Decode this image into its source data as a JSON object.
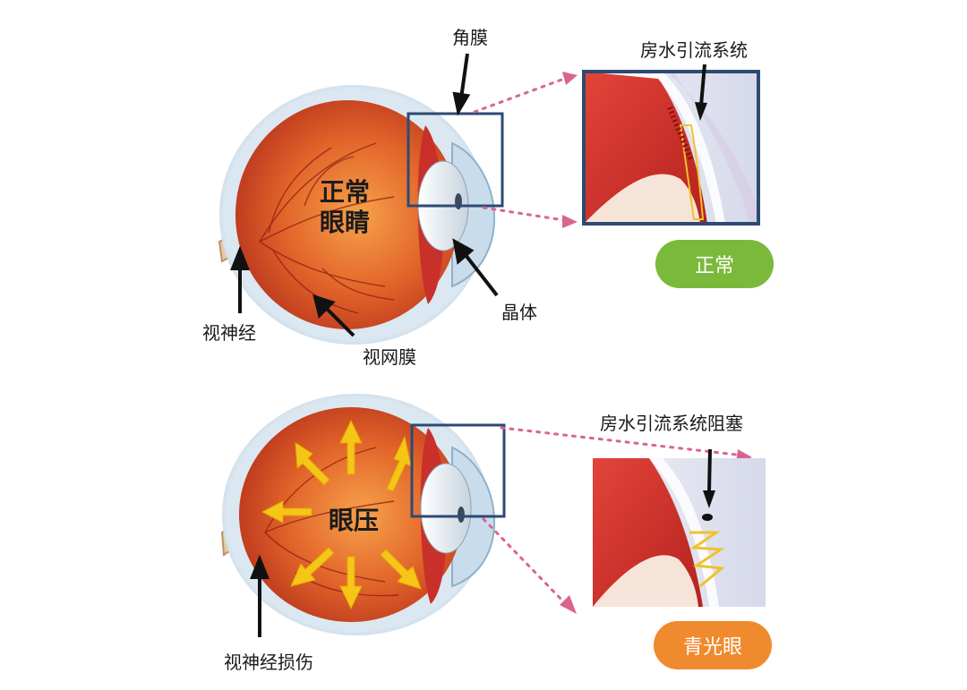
{
  "colors": {
    "normal_badge": "#7ab93a",
    "glaucoma_badge": "#f08a2e",
    "frame": "#2d4a73",
    "dotted_arrow": "#d9658f",
    "pressure_arrow": "#f5c518",
    "eye_red": "#c8351f"
  },
  "normal": {
    "eye_label_line1": "正常",
    "eye_label_line2": "眼睛",
    "cornea": "角膜",
    "drainage": "房水引流系统",
    "lens": "晶体",
    "optic_nerve": "视神经",
    "retina": "视网膜",
    "badge": "正常"
  },
  "glaucoma": {
    "eye_label": "眼压",
    "drainage": "房水引流系统阻塞",
    "optic_nerve": "视神经损伤",
    "badge": "青光眼"
  }
}
